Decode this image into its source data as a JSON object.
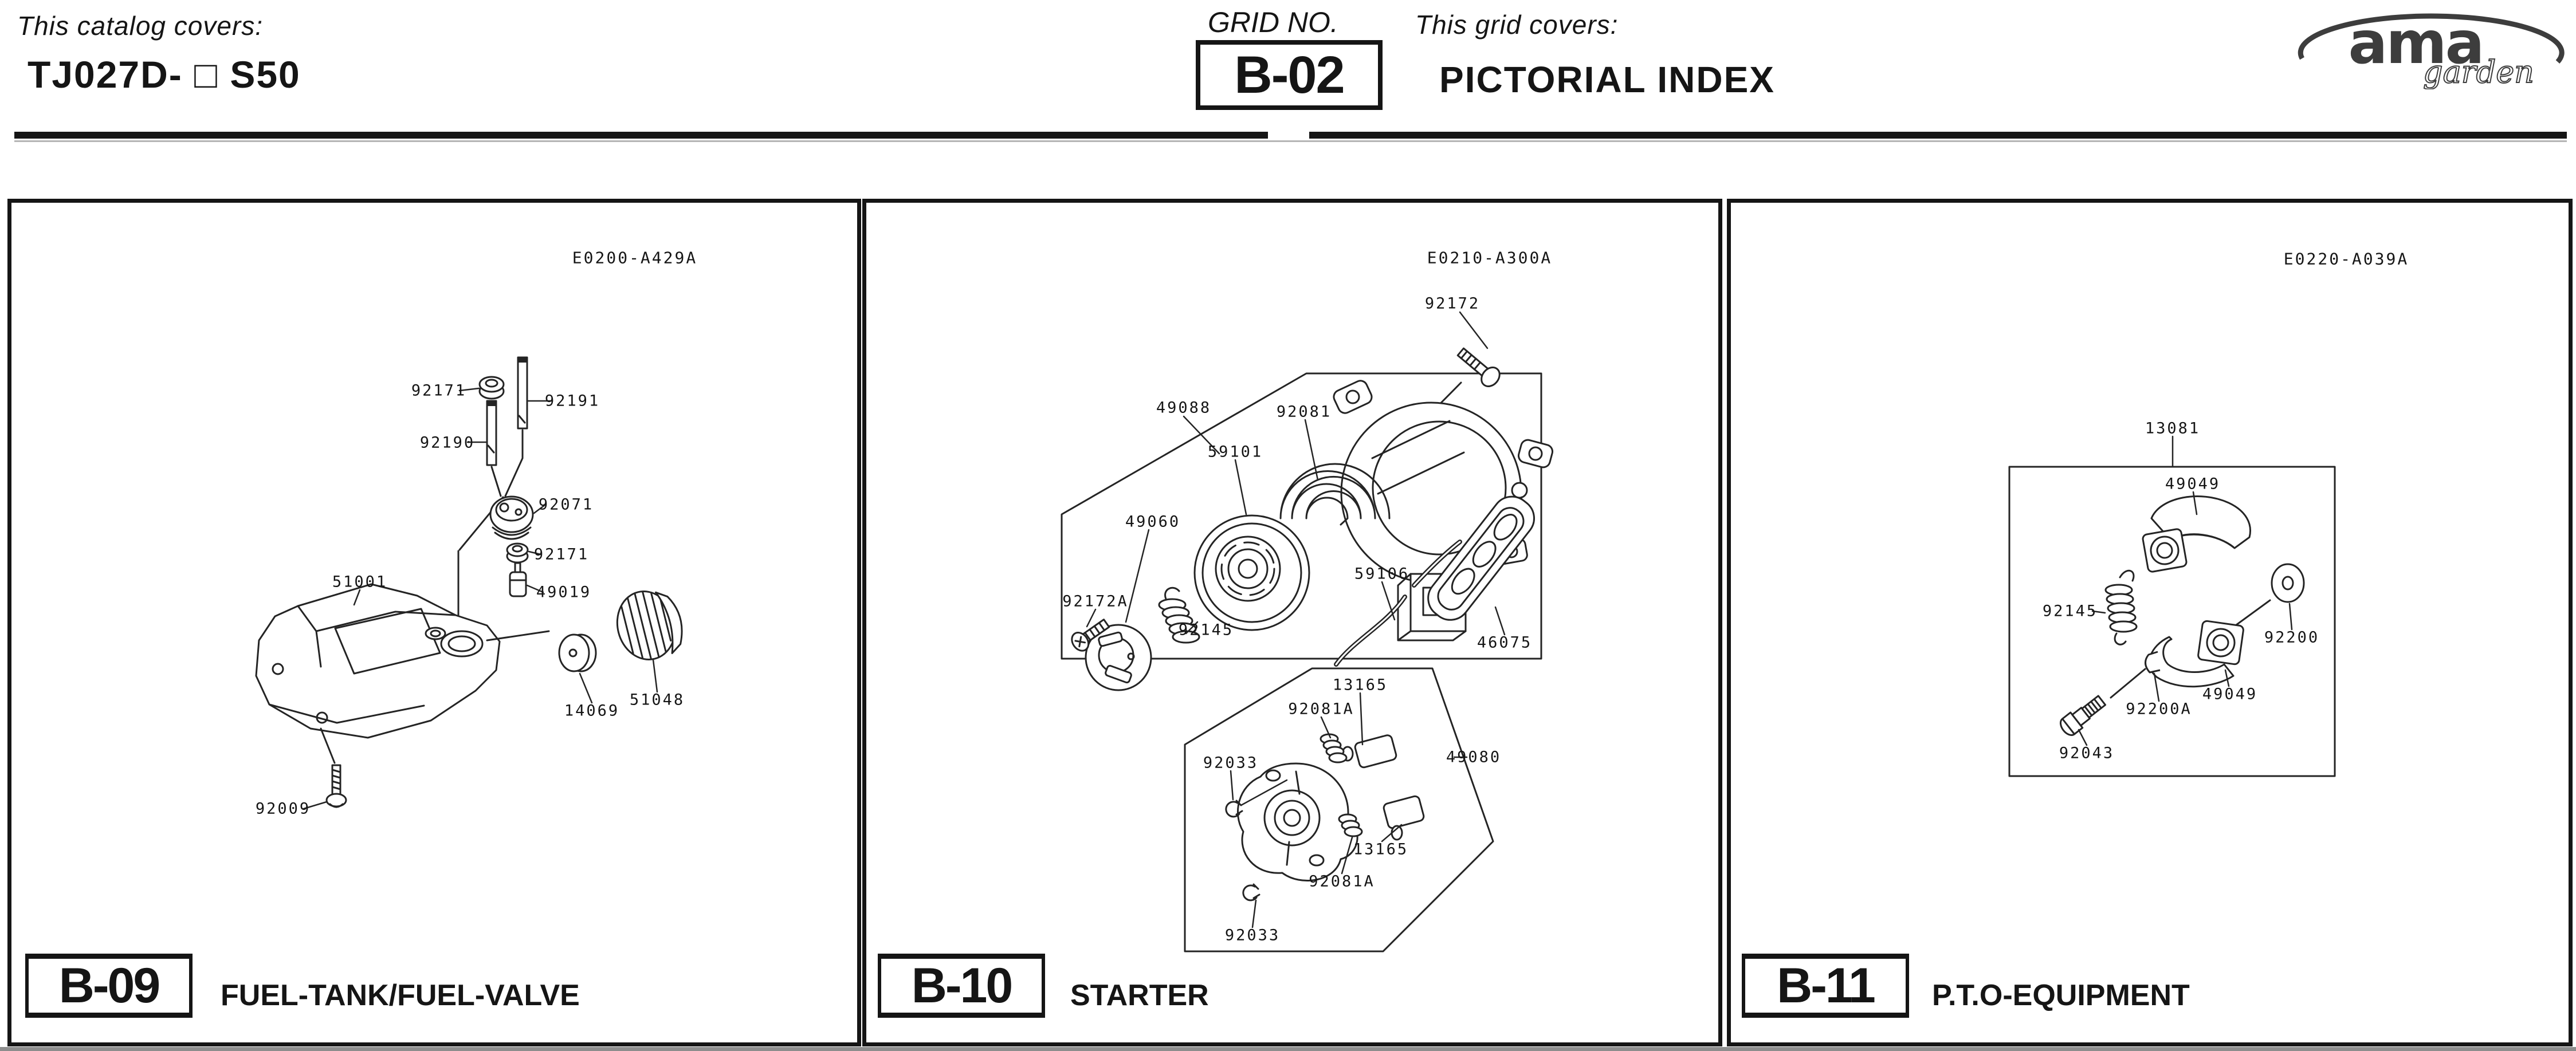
{
  "header": {
    "catalog_covers_label": "This catalog covers:",
    "model": "TJ027D- □ S50",
    "grid_no_label": "GRID NO.",
    "grid_no": "B-02",
    "grid_covers_label": "This grid covers:",
    "grid_title": "PICTORIAL INDEX",
    "logo_brand": "ama",
    "logo_sub": "garden"
  },
  "colors": {
    "ink": "#151515",
    "logo_gray": "#3d3d3d"
  },
  "panels": [
    {
      "grid_code": "B-09",
      "title": "FUEL-TANK/FUEL-VALVE",
      "diagram_code": "E0200-A429A",
      "parts": [
        "92171",
        "92191",
        "92190",
        "92071",
        "92171",
        "51001",
        "49019",
        "14069",
        "51048",
        "92009"
      ]
    },
    {
      "grid_code": "B-10",
      "title": "STARTER",
      "diagram_code": "E0210-A300A",
      "parts": [
        "92172",
        "49088",
        "92081",
        "59101",
        "49060",
        "92172A",
        "92145",
        "59106",
        "46075",
        "13165",
        "92081A",
        "92033",
        "49080",
        "13165",
        "92081A",
        "92033"
      ]
    },
    {
      "grid_code": "B-11",
      "title": "P.T.O-EQUIPMENT",
      "diagram_code": "E0220-A039A",
      "parts": [
        "13081",
        "49049",
        "92145",
        "92200",
        "49049",
        "92200A",
        "92043"
      ]
    }
  ]
}
